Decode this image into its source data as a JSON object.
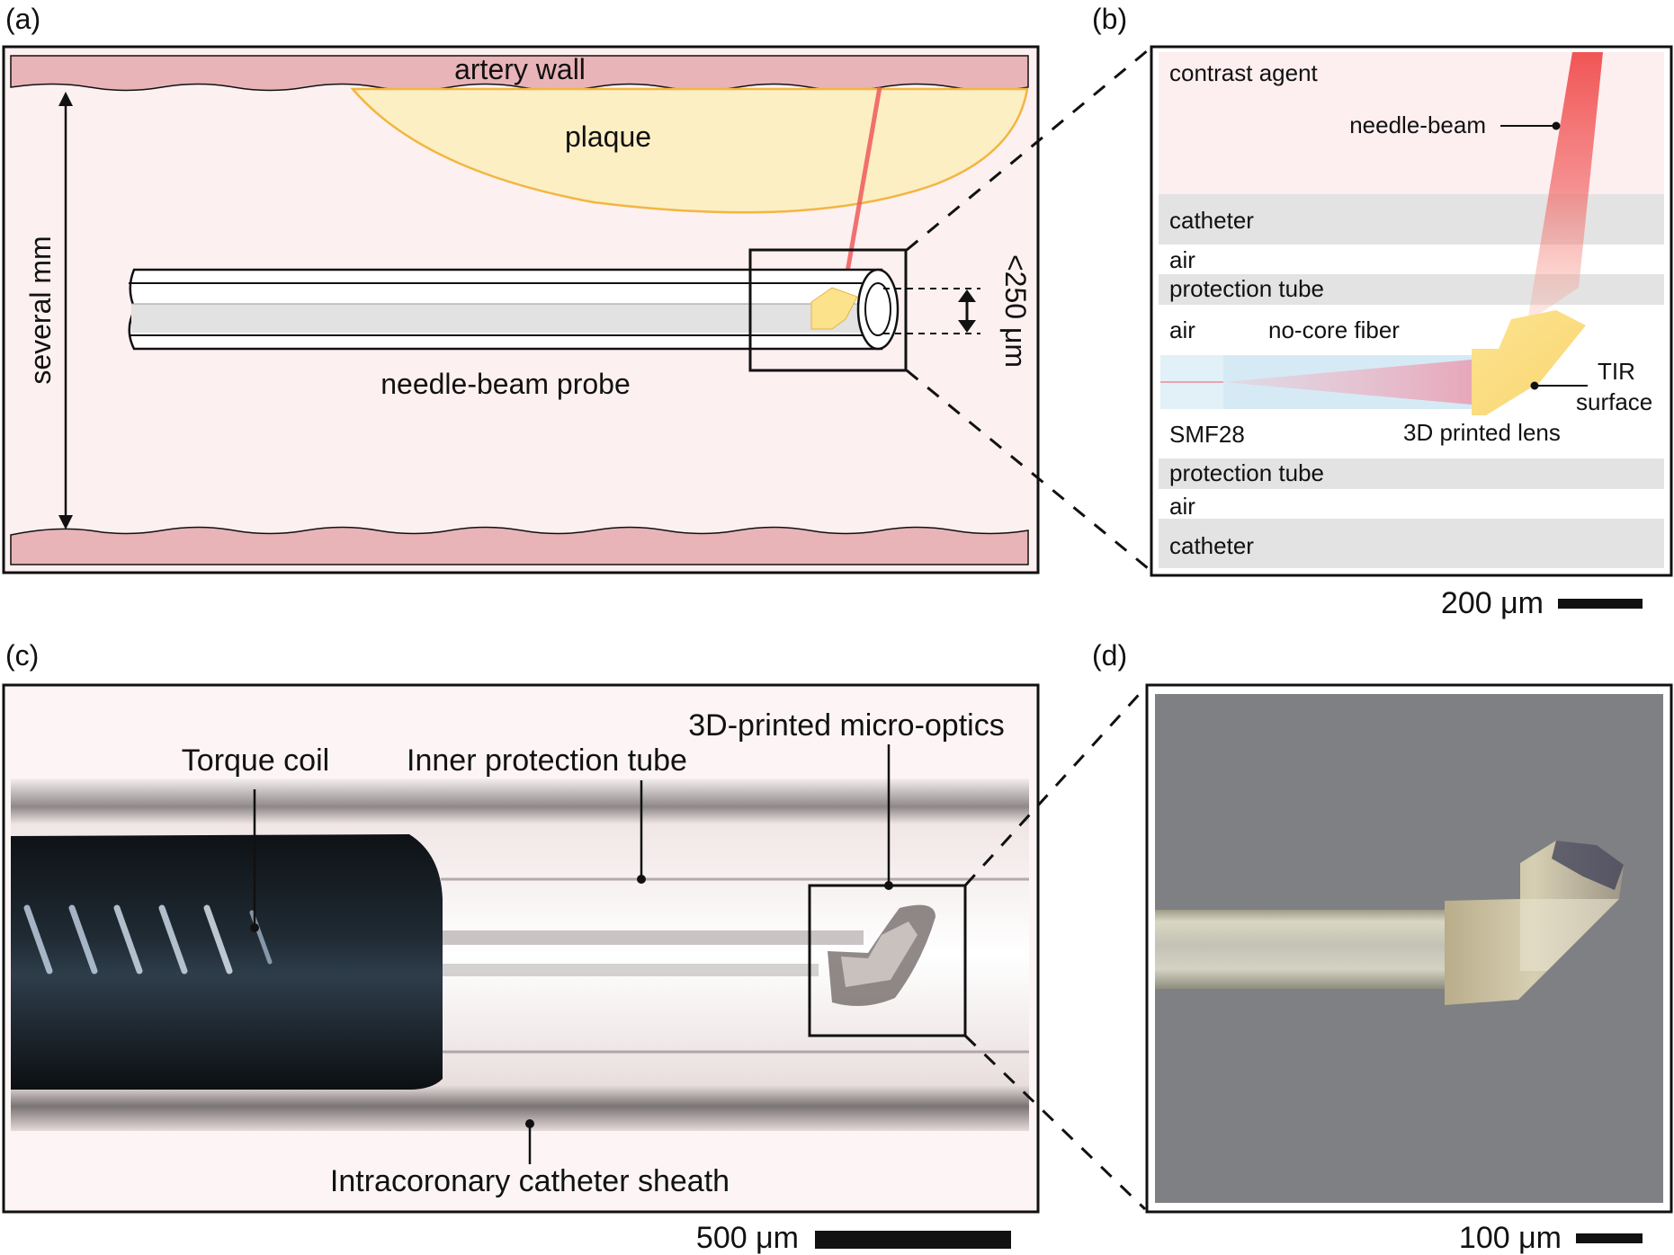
{
  "panels": {
    "a": {
      "letter": "(a)",
      "artery_wall": "artery wall",
      "plaque": "plaque",
      "several_mm": "several mm",
      "probe": "needle-beam probe",
      "diameter": "<250 μm"
    },
    "b": {
      "letter": "(b)",
      "contrast_agent": "contrast agent",
      "needle_beam": "needle-beam",
      "catheter_top": "catheter",
      "air_top": "air",
      "protection_tube_top": "protection tube",
      "air_mid": "air",
      "no_core_fiber": "no-core fiber",
      "tir": "TIR",
      "surface": "surface",
      "smf28": "SMF28",
      "printed_lens": "3D printed lens",
      "protection_tube_bottom": "protection tube",
      "air_bottom": "air",
      "catheter_bottom": "catheter",
      "scale": "200 μm"
    },
    "c": {
      "letter": "(c)",
      "torque_coil": "Torque coil",
      "inner_tube": "Inner protection tube",
      "micro_optics": "3D-printed micro-optics",
      "sheath": "Intracoronary catheter sheath",
      "scale": "500 μm"
    },
    "d": {
      "letter": "(d)",
      "scale": "100 μm"
    }
  },
  "colors": {
    "artery_wall": "#e8b4b8",
    "artery_bg": "#fdf0f1",
    "plaque": "#fcefc4",
    "plaque_edge": "#f2b640",
    "beam": "#f05a5a",
    "layer_gray": "#e3e3e3",
    "photo_gray": "#7d7f83"
  }
}
